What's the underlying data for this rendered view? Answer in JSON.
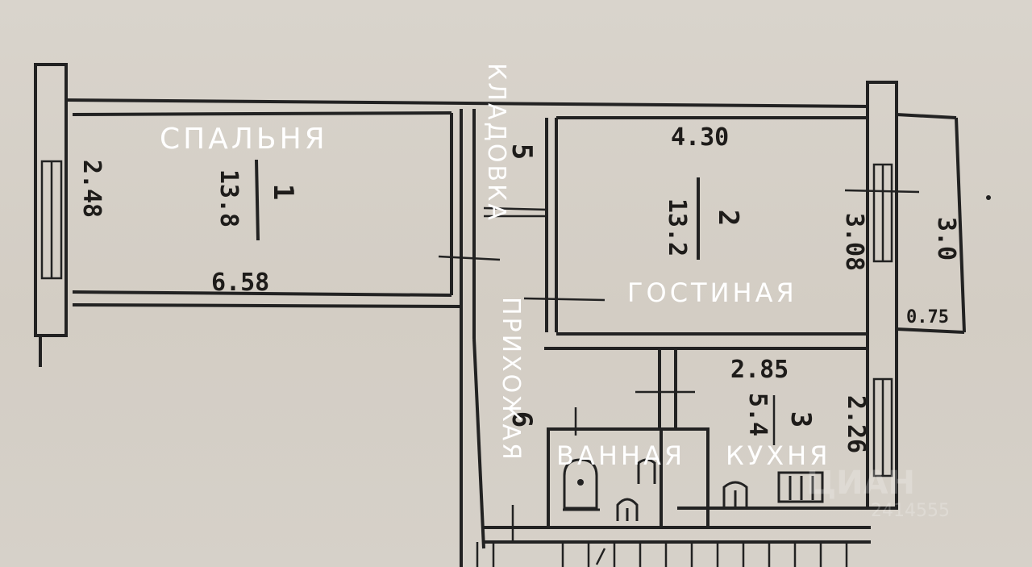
{
  "rooms": {
    "bedroom": "СПАЛЬНЯ",
    "pantry": "КЛАДОВКА",
    "living": "ГОСТИНАЯ",
    "hallway": "ПРИХОЖАЯ",
    "bathroom": "ВАННАЯ",
    "kitchen": "КУХНЯ"
  },
  "room_numbers": {
    "bedroom": "1",
    "living": "2",
    "kitchen": "3",
    "pantry": "5",
    "hallway": "6"
  },
  "areas": {
    "bedroom": "13.8",
    "living": "13.2",
    "kitchen": "5.4"
  },
  "dimensions": {
    "bedroom_length": "6.58",
    "bedroom_width": "2.48",
    "living_length": "4.30",
    "living_width": "3.08",
    "balcony_length": "3.0",
    "balcony_width": "0.75",
    "kitchen_length": "2.85",
    "kitchen_width": "2.26"
  },
  "watermark": {
    "brand": "ЦИАН",
    "id": "2414555"
  }
}
